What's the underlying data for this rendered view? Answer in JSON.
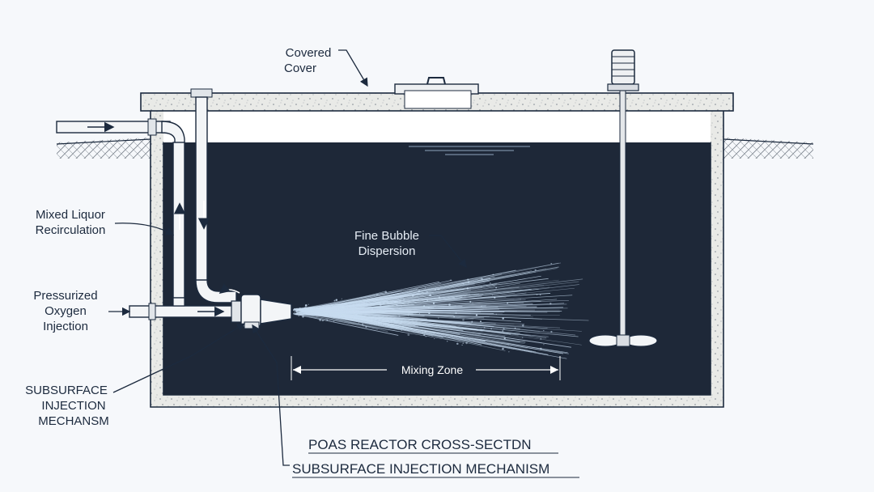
{
  "labels": {
    "cover_line1": "Covered",
    "cover_line2": "Cover",
    "mlr_line1": "Mixed Liquor",
    "mlr_line2": "Recirculation",
    "oxy_line1": "Pressurized",
    "oxy_line2": "Oxygen",
    "oxy_line3": "Injection",
    "sim_line1": "SUBSURFACE",
    "sim_line2": "INJECTION",
    "sim_line3": "MECHANSM",
    "bubble_line1": "Fine Bubble",
    "bubble_line2": "Dispersion",
    "mixing_zone": "Mixing Zone"
  },
  "title": {
    "line1": "POAS REACTOR CROSS-SECTDN",
    "line2": "SUBSURFACE INJECTION MECHANISM"
  },
  "colors": {
    "liquid": "#1e2838",
    "outline": "#1c2a3e",
    "concrete": "#e8e9e6",
    "plume": "#c8dcf0"
  }
}
